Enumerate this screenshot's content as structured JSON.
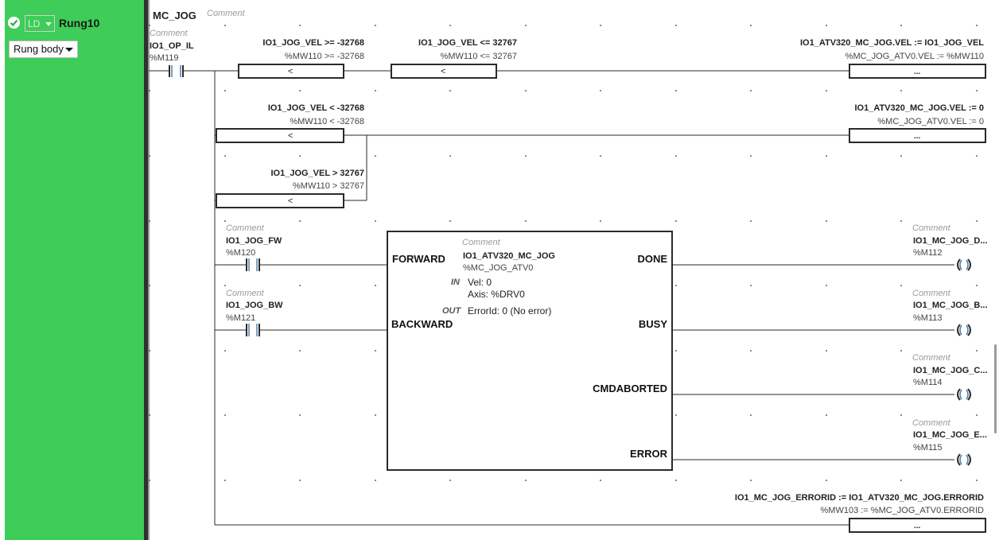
{
  "rung": {
    "language": "LD",
    "name": "Rung10",
    "body_select": "Rung body",
    "title": "MC_JOG",
    "title_comment": "Comment"
  },
  "comment": "Comment",
  "operators": {
    "lt": "<",
    "ellipsis": "..."
  },
  "contacts": {
    "op_il": {
      "name": "IO1_OP_IL",
      "addr": "%M119"
    },
    "jog_fw": {
      "name": "IO1_JOG_FW",
      "addr": "%M120"
    },
    "jog_bw": {
      "name": "IO1_JOG_BW",
      "addr": "%M121"
    }
  },
  "compares": {
    "c1": {
      "expr": "IO1_JOG_VEL >= -32768",
      "addr": "%MW110 >= -32768"
    },
    "c2": {
      "expr": "IO1_JOG_VEL <= 32767",
      "addr": "%MW110 <= 32767"
    },
    "c3": {
      "expr": "IO1_JOG_VEL < -32768",
      "addr": "%MW110 < -32768"
    },
    "c4": {
      "expr": "IO1_JOG_VEL > 32767",
      "addr": "%MW110 > 32767"
    }
  },
  "operations": {
    "o1": {
      "expr": "IO1_ATV320_MC_JOG.VEL := IO1_JOG_VEL",
      "addr": "%MC_JOG_ATV0.VEL := %MW110"
    },
    "o2": {
      "expr": "IO1_ATV320_MC_JOG.VEL := 0",
      "addr": "%MC_JOG_ATV0.VEL := 0"
    },
    "o3": {
      "expr": "IO1_MC_JOG_ERRORID := IO1_ATV320_MC_JOG.ERRORID",
      "addr": "%MW103 := %MC_JOG_ATV0.ERRORID"
    }
  },
  "fb": {
    "instance": "IO1_ATV320_MC_JOG",
    "addr": "%MC_JOG_ATV0",
    "in_label": "IN",
    "in_vel": "Vel: 0",
    "in_axis": "Axis: %DRV0",
    "out_label": "OUT",
    "out_errorid": "ErrorId: 0 (No error)",
    "inputs": {
      "forward": "FORWARD",
      "backward": "BACKWARD"
    },
    "outputs": {
      "done": "DONE",
      "busy": "BUSY",
      "cmdaborted": "CMDABORTED",
      "error": "ERROR"
    }
  },
  "coils": {
    "done": {
      "name": "IO1_MC_JOG_D...",
      "addr": "%M112"
    },
    "busy": {
      "name": "IO1_MC_JOG_B...",
      "addr": "%M113"
    },
    "cmdaborted": {
      "name": "IO1_MC_JOG_C...",
      "addr": "%M114"
    },
    "error": {
      "name": "IO1_MC_JOG_E...",
      "addr": "%M115"
    }
  },
  "colors": {
    "rung_bar": "#3dcd58",
    "wire": "#2a2a2a"
  }
}
